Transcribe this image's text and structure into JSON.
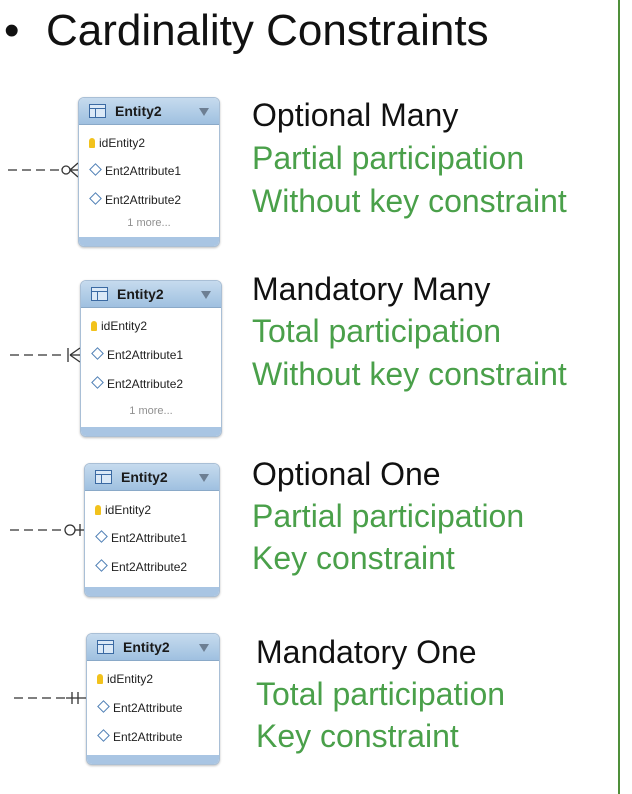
{
  "title": "Cardinality Constraints",
  "bullet": "•",
  "colors": {
    "green_text": "#4aa04a",
    "entity_header": "#b0cce8",
    "key_icon": "#f2c21c"
  },
  "diagrams": [
    {
      "notation": "optional-many",
      "entity": {
        "name": "Entity2",
        "rows": [
          "idEntity2",
          "Ent2Attribute1",
          "Ent2Attribute2"
        ],
        "more": "1 more..."
      },
      "lines": [
        "Optional Many",
        "Partial participation",
        "Without key constraint"
      ]
    },
    {
      "notation": "mandatory-many",
      "entity": {
        "name": "Entity2",
        "rows": [
          "idEntity2",
          "Ent2Attribute1",
          "Ent2Attribute2"
        ],
        "more": "1 more..."
      },
      "lines": [
        "Mandatory Many",
        "Total participation",
        "Without key constraint"
      ]
    },
    {
      "notation": "optional-one",
      "entity": {
        "name": "Entity2",
        "rows": [
          "idEntity2",
          "Ent2Attribute1",
          "Ent2Attribute2"
        ]
      },
      "lines": [
        "Optional One",
        "Partial participation",
        "Key constraint"
      ]
    },
    {
      "notation": "mandatory-one",
      "entity": {
        "name": "Entity2",
        "rows": [
          "idEntity2",
          "Ent2Attribute",
          "Ent2Attribute"
        ]
      },
      "lines": [
        "Mandatory One",
        "Total participation",
        "Key constraint"
      ]
    }
  ]
}
